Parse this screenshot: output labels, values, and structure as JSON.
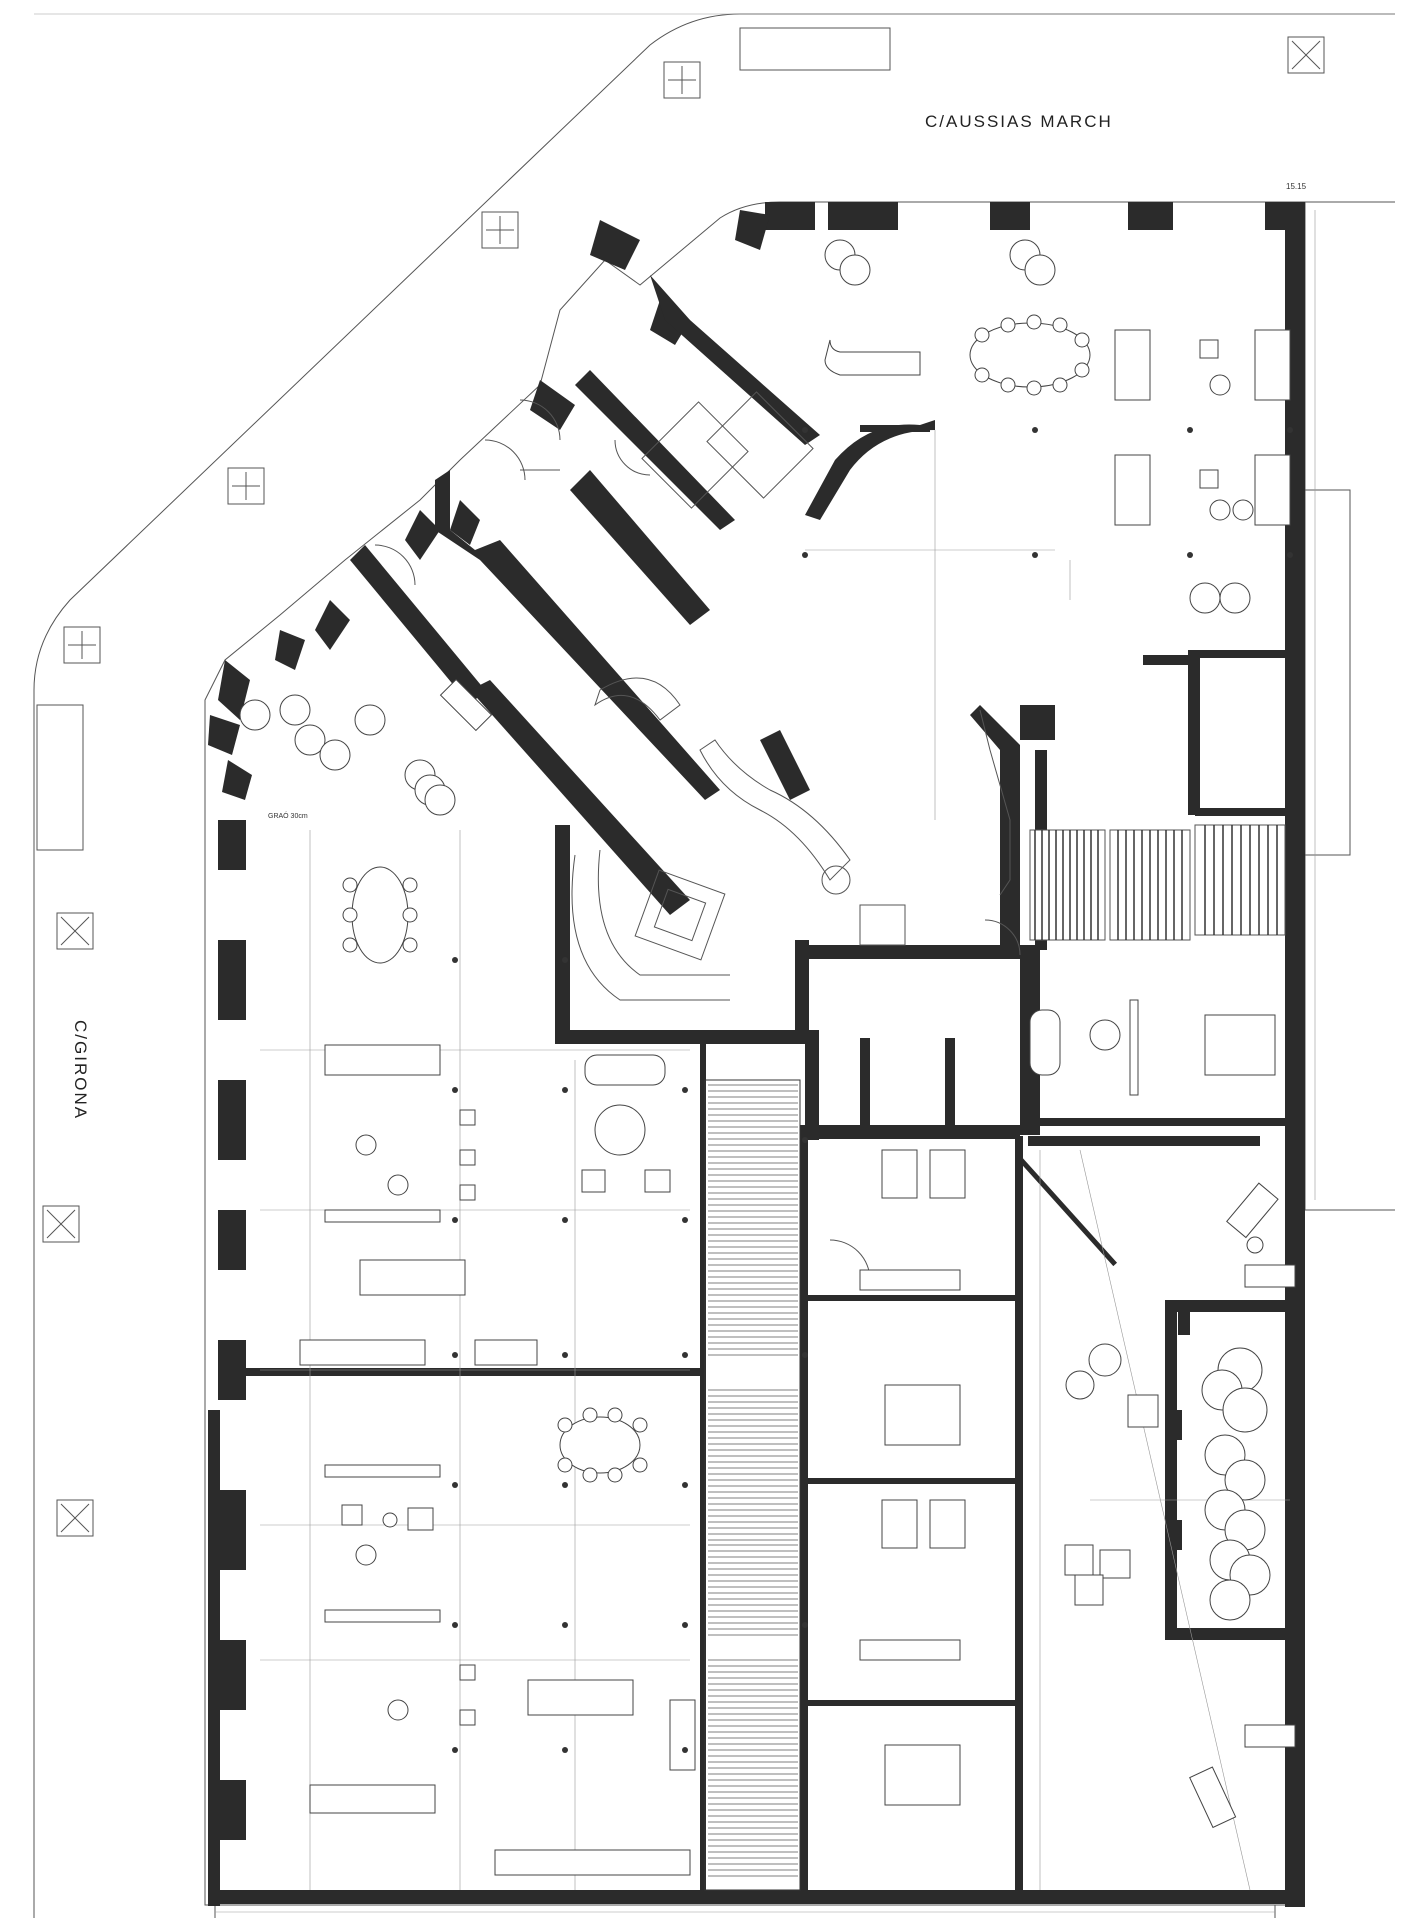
{
  "labels": {
    "street_top": "C/AUSSIAS MARCH",
    "street_left": "C/GIRONA",
    "dimension": "15.15",
    "grao": "GRAÓ 30cm"
  },
  "colors": {
    "wall": "#2b2b2b",
    "line": "#555555",
    "background": "#ffffff"
  },
  "icons": {
    "tree": "square-with-cross",
    "chair": "circle",
    "bed": "rectangle-with-fold"
  }
}
